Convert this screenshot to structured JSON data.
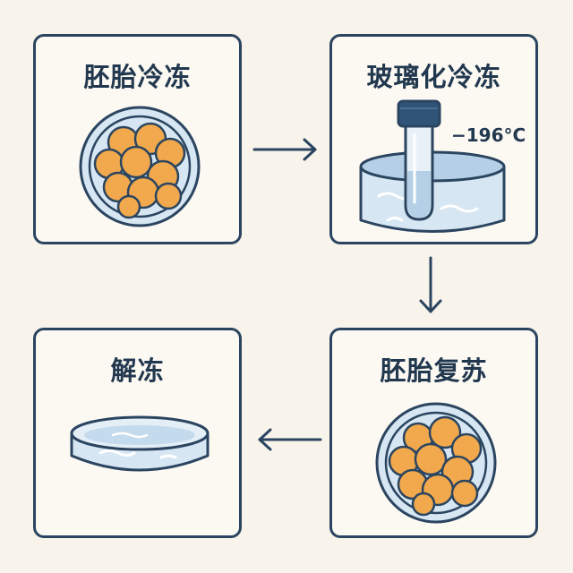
{
  "panels": {
    "embryo_freezing": {
      "title": "胚胎冷冻"
    },
    "vitrification": {
      "title": "玻璃化冷冻",
      "temperature": "−196°C"
    },
    "embryo_revival": {
      "title": "胚胎复苏"
    },
    "thawing": {
      "title": "解冻"
    }
  },
  "colors": {
    "outline": "#2b4560",
    "cell_fill": "#f2a94d",
    "dish_fill": "#d6e6f2",
    "liquid": "#b5d0e6",
    "background": "#f8f4ec"
  },
  "icons": [
    "embryo-icon",
    "test-tube-icon",
    "liquid-bath-icon",
    "petri-dish-icon",
    "arrow-right-icon",
    "arrow-down-icon",
    "arrow-left-icon"
  ]
}
